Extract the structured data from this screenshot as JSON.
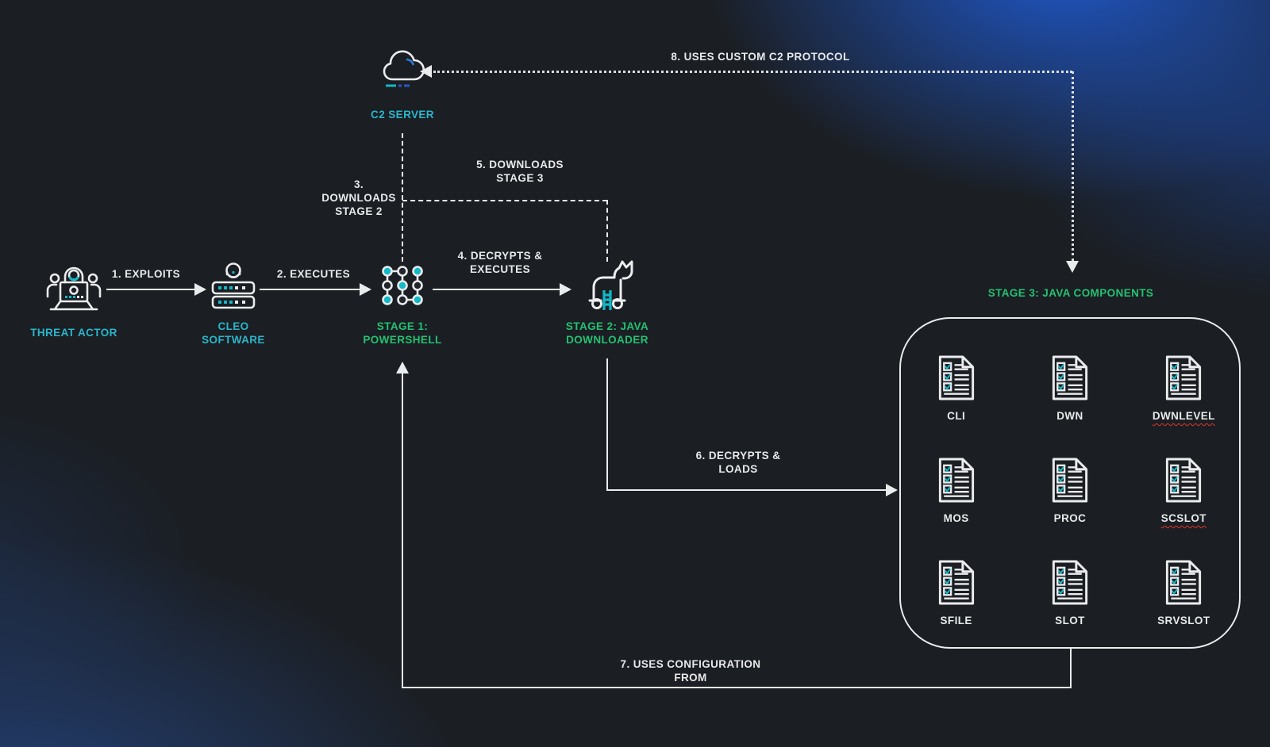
{
  "colors": {
    "accent_cyan": "#28B7CD",
    "accent_green": "#23C173",
    "line": "#E9EBED",
    "squiggle_red": "#E0362C",
    "icon_teal": "#14B8C6"
  },
  "nodes": {
    "threat_actor": {
      "label": "THREAT ACTOR"
    },
    "cleo_software": {
      "lines": [
        "CLEO",
        "SOFTWARE"
      ]
    },
    "stage1_powershell": {
      "lines": [
        "STAGE 1:",
        "POWERSHELL"
      ]
    },
    "stage2_java_downloader": {
      "lines": [
        "STAGE 2: JAVA",
        "DOWNLOADER"
      ]
    },
    "c2_server": {
      "label": "C2 SERVER"
    },
    "stage3": {
      "title": "STAGE 3: JAVA COMPONENTS"
    }
  },
  "edges": {
    "exploits": {
      "label": "1. EXPLOITS"
    },
    "executes": {
      "label": "2. EXECUTES"
    },
    "downloads_stage2": {
      "lines": [
        "3.",
        "DOWNLOADS",
        "STAGE 2"
      ]
    },
    "decrypts_executes": {
      "lines": [
        "4. DECRYPTS &",
        "EXECUTES"
      ]
    },
    "downloads_stage3": {
      "lines": [
        "5. DOWNLOADS",
        "STAGE 3"
      ]
    },
    "decrypts_loads": {
      "lines": [
        "6. DECRYPTS &",
        "LOADS"
      ]
    },
    "uses_configuration": {
      "lines": [
        "7. USES CONFIGURATION",
        "FROM"
      ]
    },
    "custom_c2_protocol": {
      "label": "8. USES CUSTOM C2 PROTOCOL"
    }
  },
  "stage3_components": [
    {
      "label": "CLI",
      "misspelled": false
    },
    {
      "label": "DWN",
      "misspelled": false
    },
    {
      "label": "DWNLEVEL",
      "misspelled": true
    },
    {
      "label": "MOS",
      "misspelled": false
    },
    {
      "label": "PROC",
      "misspelled": false
    },
    {
      "label": "SCSLOT",
      "misspelled": true
    },
    {
      "label": "SFILE",
      "misspelled": false
    },
    {
      "label": "SLOT",
      "misspelled": false
    },
    {
      "label": "SRVSLOT",
      "misspelled": false
    }
  ]
}
